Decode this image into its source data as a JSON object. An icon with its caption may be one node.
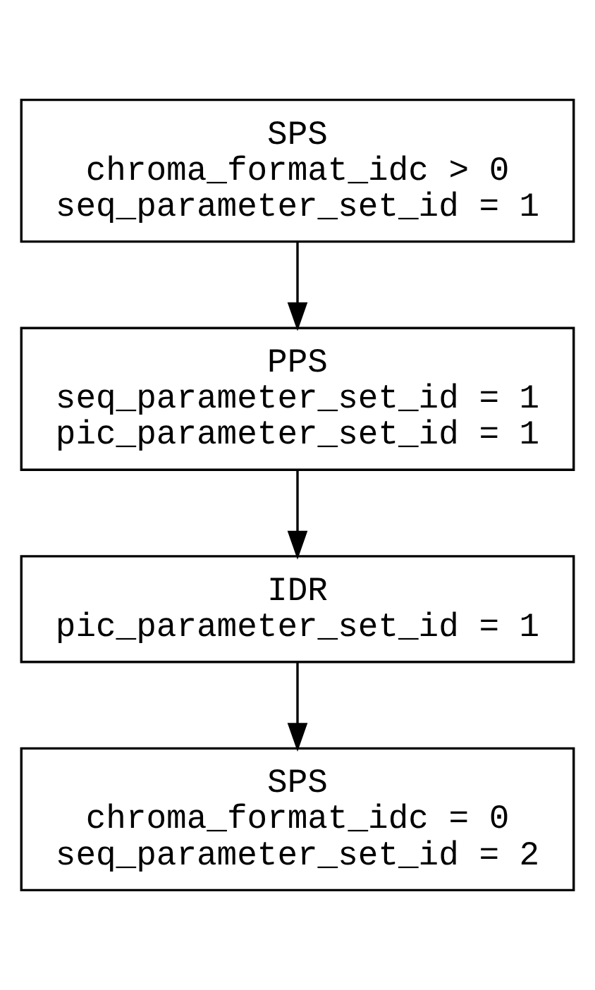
{
  "diagram": {
    "nodes": [
      {
        "text": [
          "SPS",
          "chroma_format_idc > 0",
          "seq_parameter_set_id = 1"
        ]
      },
      {
        "text": [
          "PPS",
          "seq_parameter_set_id = 1",
          "pic_parameter_set_id = 1"
        ]
      },
      {
        "text": [
          "IDR",
          "pic_parameter_set_id = 1"
        ]
      },
      {
        "text": [
          "SPS",
          "chroma_format_idc = 0",
          "seq_parameter_set_id = 2"
        ]
      }
    ],
    "edges": [
      {
        "from": 0,
        "to": 1,
        "arrow": "to"
      },
      {
        "from": 1,
        "to": 2,
        "arrow": "to"
      },
      {
        "from": 2,
        "to": 3,
        "arrow": "to"
      }
    ]
  }
}
